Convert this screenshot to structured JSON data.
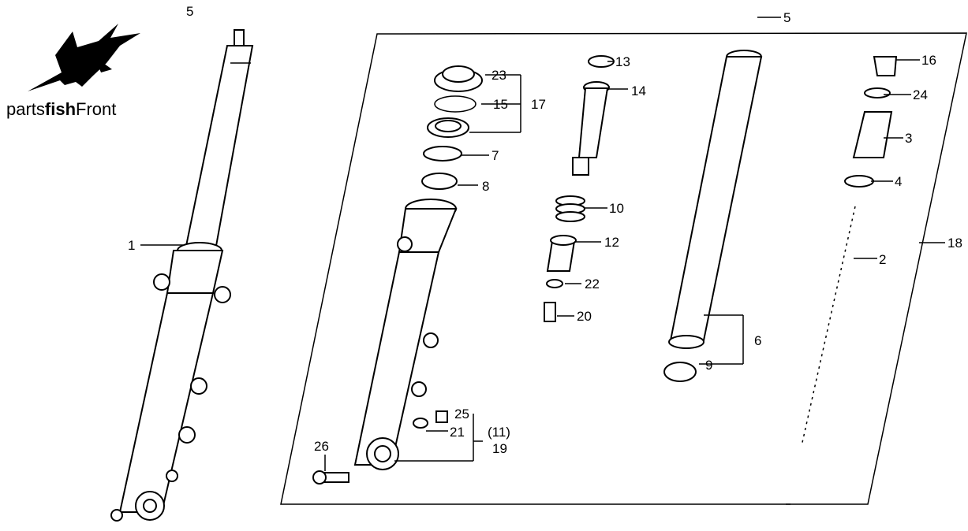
{
  "logo": {
    "part1": "parts",
    "part2": "fish",
    "part3": "Front",
    "icon": "swordfish-icon"
  },
  "callouts": {
    "c1": "1",
    "c2": "2",
    "c3": "3",
    "c4": "4",
    "c5a": "5",
    "c5b": "5",
    "c6": "6",
    "c7": "7",
    "c8": "8",
    "c9": "9",
    "c10": "10",
    "c11": "(11)",
    "c12": "12",
    "c13": "13",
    "c14": "14",
    "c15": "15",
    "c16": "16",
    "c17": "17",
    "c18": "18",
    "c19": "19",
    "c20": "20",
    "c21": "21",
    "c22": "22",
    "c23": "23",
    "c24": "24",
    "c25": "25",
    "c26": "26"
  }
}
